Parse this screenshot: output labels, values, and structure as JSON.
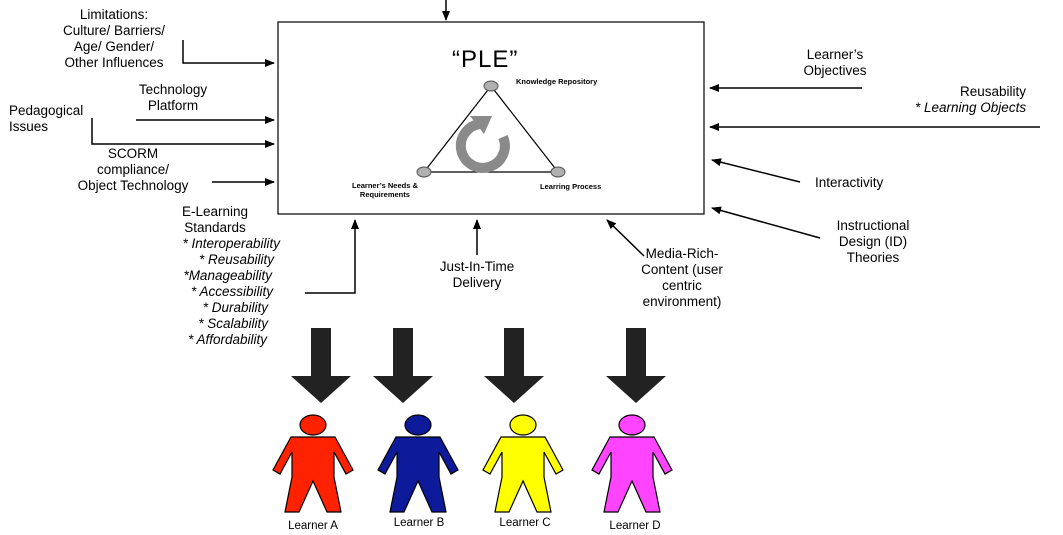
{
  "center": {
    "title": "“PLE”",
    "node_top": "Knowledge Repository",
    "node_left": "Learner’s Needs &\nRequirements",
    "node_right": "Learring Process"
  },
  "left_inputs": {
    "limitations": "Limitations:\nCulture/ Barriers/\nAge/ Gender/\nOther Influences",
    "technology": "Technology\nPlatform",
    "pedagogical": "Pedagogical\nIssues",
    "scorm": "SCORM\ncompliance/\nObject Technology"
  },
  "standards": {
    "heading": "E-Learning\nStandards",
    "items": [
      "* Interoperability",
      "* Reusability",
      "*Manageability",
      "* Accessibility",
      "* Durability",
      "* Scalability",
      "* Affordability"
    ]
  },
  "bottom_inputs": {
    "jit": "Just-In-Time\nDelivery",
    "media": "Media-Rich-\nContent (user\ncentric\nenvironment)"
  },
  "right_inputs": {
    "objectives": "Learner’s\nObjectives",
    "reusability_title": "Reusability",
    "reusability_sub": "* Learning Objects",
    "interactivity": "Interactivity",
    "instructional": "Instructional\nDesign (ID)\nTheories"
  },
  "learners": [
    {
      "label": "Learner A",
      "color": "#ff2200"
    },
    {
      "label": "Learner B",
      "color": "#0d1a99"
    },
    {
      "label": "Learner C",
      "color": "#ffff00"
    },
    {
      "label": "Learner D",
      "color": "#ff44ff"
    }
  ],
  "colors": {
    "node": "#b0b0b0",
    "cycle_arrow": "#8a8a8a",
    "big_arrow": "#222222"
  }
}
